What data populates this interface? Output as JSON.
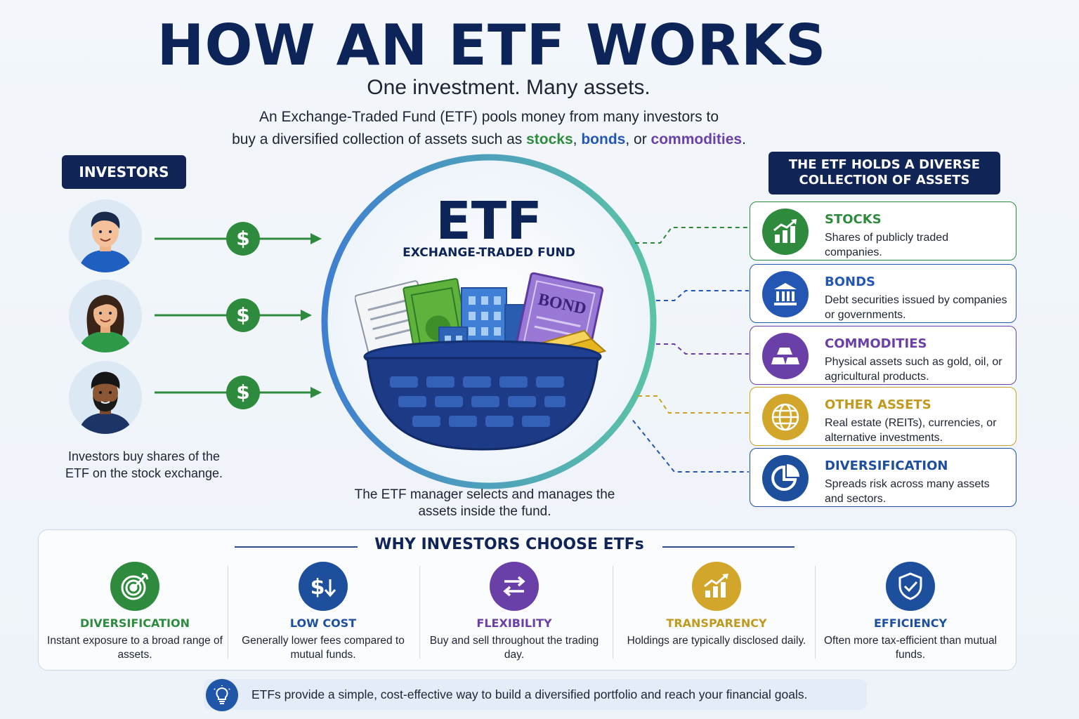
{
  "header": {
    "title": "HOW AN ETF WORKS",
    "subtitle": "One investment. Many assets.",
    "intro_line1": "An Exchange-Traded Fund (ETF) pools money from many investors to",
    "intro_line2_prefix": "buy a diversified collection of assets such as ",
    "intro_stocks": "stocks",
    "intro_sep1": ", ",
    "intro_bonds": "bonds",
    "intro_sep2": ", or ",
    "intro_commodities": "commodities",
    "intro_end": "."
  },
  "investors": {
    "label": "INVESTORS",
    "money_symbol": "$",
    "caption": "Investors buy shares of the ETF on the stock exchange."
  },
  "etf": {
    "word": "ETF",
    "full_name": "EXCHANGE-TRADED FUND",
    "bond_label": "BOND",
    "manager_caption": "The ETF manager selects and manages the assets inside the fund."
  },
  "holdings": {
    "label_line1": "THE ETF HOLDS A DIVERSE",
    "label_line2": "COLLECTION OF ASSETS",
    "items": [
      {
        "title": "STOCKS",
        "desc": "Shares of publicly traded companies.",
        "color": "#2e8b3e",
        "icon": "chart-up-icon"
      },
      {
        "title": "BONDS",
        "desc": "Debt securities issued by companies or governments.",
        "color": "#2457b4",
        "icon": "bank-icon"
      },
      {
        "title": "COMMODITIES",
        "desc": "Physical assets such as gold, oil, or agricultural products.",
        "color": "#6b3fa8",
        "icon": "gold-bars-icon"
      },
      {
        "title": "OTHER ASSETS",
        "desc": "Real estate (REITs), currencies, or alternative investments.",
        "color": "#c9a227",
        "icon": "globe-icon"
      },
      {
        "title": "DIVERSIFICATION",
        "desc": "Spreads risk across many assets and sectors.",
        "color": "#1e4f9c",
        "icon": "pie-chart-icon"
      }
    ]
  },
  "why": {
    "title": "WHY INVESTORS CHOOSE ETFs",
    "items": [
      {
        "title": "DIVERSIFICATION",
        "desc": "Instant exposure to a broad range of assets.",
        "color": "#2e8b3e",
        "icon": "target-icon"
      },
      {
        "title": "LOW COST",
        "desc": "Generally lower fees compared to mutual funds.",
        "color": "#1e4f9c",
        "icon": "dollar-down-icon"
      },
      {
        "title": "FLEXIBILITY",
        "desc": "Buy and sell throughout the trading day.",
        "color": "#6b3fa8",
        "icon": "swap-arrows-icon"
      },
      {
        "title": "TRANSPARENCY",
        "desc": "Holdings are typically disclosed daily.",
        "color": "#c9a227",
        "icon": "bar-chart-icon"
      },
      {
        "title": "EFFICIENCY",
        "desc": "Often more tax-efficient than mutual funds.",
        "color": "#1e4f9c",
        "icon": "shield-check-icon"
      }
    ]
  },
  "footer": {
    "text": "ETFs provide a simple, cost-effective way to build a diversified portfolio and reach your financial goals."
  }
}
